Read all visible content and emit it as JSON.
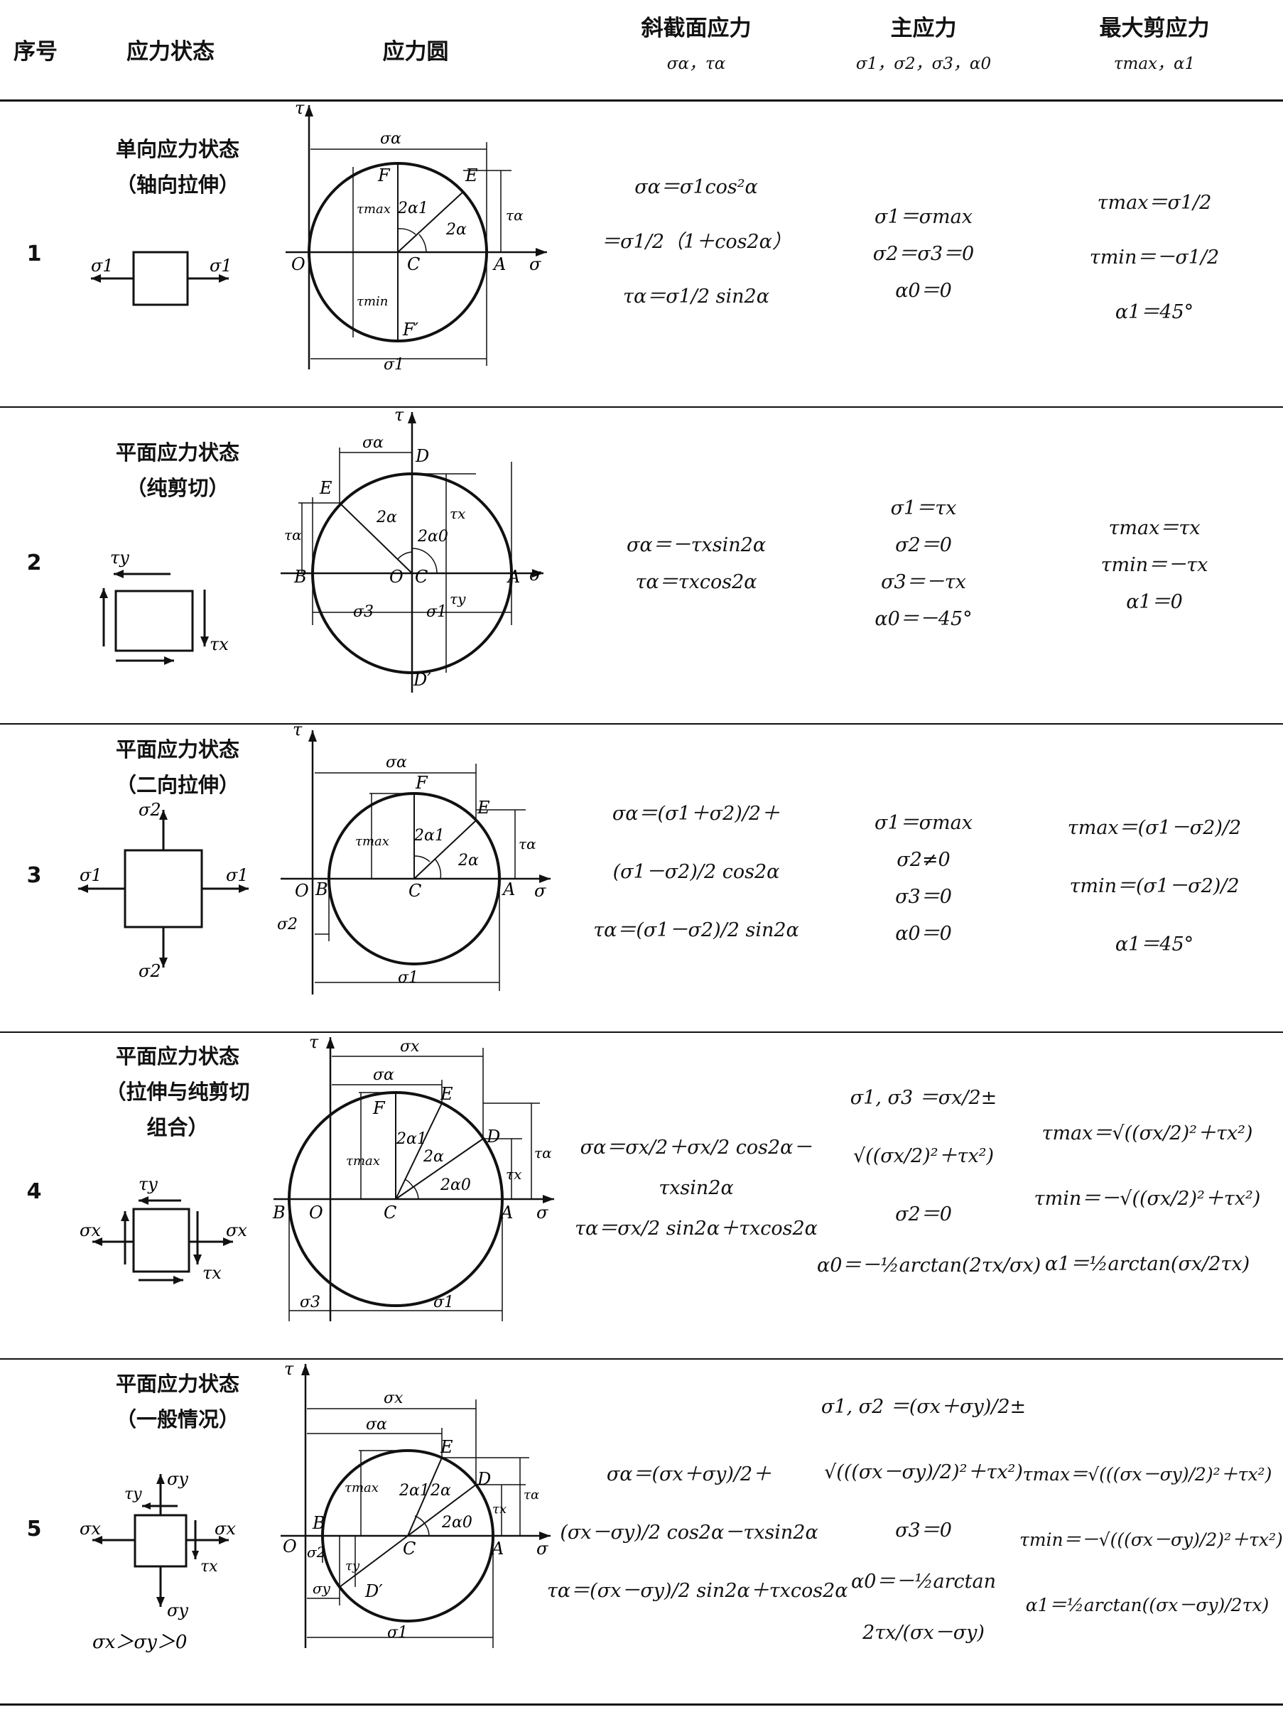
{
  "header": {
    "seq": "序号",
    "state": "应力状态",
    "circle": "应力圆",
    "oblique": "斜截面应力",
    "oblique_sub": "σα，τα",
    "principal": "主应力",
    "principal_sub": "σ1，σ2，σ3，α0",
    "maxshear": "最大剪应力",
    "maxshear_sub": "τmax，α1"
  },
  "rows": [
    {
      "index": "1",
      "state_lines": [
        "单向应力状态",
        "（轴向拉伸）"
      ],
      "element": {
        "left": "σ1",
        "right": "σ1"
      },
      "oblique": [
        "σα＝σ1cos²α",
        "＝σ1/2（1＋cos2α）",
        "τα＝σ1/2 sin2α"
      ],
      "principal": [
        "σ1＝σmax",
        "σ2＝σ3＝0",
        "α0＝0"
      ],
      "maxshear": [
        "τmax＝σ1/2",
        "τmin＝－σ1/2",
        "α1＝45°"
      ],
      "circle_labels": {
        "O": "O",
        "C": "C",
        "A": "A",
        "E": "E",
        "F": "F",
        "F2": "F′",
        "sigma": "σ",
        "tau": "τ",
        "sa": "σα",
        "s1": "σ1",
        "tmax": "τmax",
        "tmin": "τmin",
        "ta": "τα",
        "a2": "2α",
        "a2_1": "2α1"
      }
    },
    {
      "index": "2",
      "state_lines": [
        "平面应力状态",
        "（纯剪切）"
      ],
      "element": {
        "top": "τy",
        "right": "τx"
      },
      "oblique": [
        "σα＝－τxsin2α",
        "τα＝τxcos2α"
      ],
      "principal": [
        "σ1＝τx",
        "σ2＝0",
        "σ3＝－τx",
        "α0＝－45°"
      ],
      "maxshear": [
        "τmax＝τx",
        "τmin＝－τx",
        "α1＝0"
      ],
      "circle_labels": {
        "O": "O",
        "C": "C",
        "A": "A",
        "B": "B",
        "D": "D",
        "D2": "D′",
        "E": "E",
        "sigma": "σ",
        "tau": "τ",
        "sa": "σα",
        "s1": "σ1",
        "s3": "σ3",
        "tx": "τx",
        "ty": "τy",
        "ta": "τα",
        "a2": "2α",
        "a2_0": "2α0"
      }
    },
    {
      "index": "3",
      "state_lines": [
        "平面应力状态",
        "（二向拉伸）"
      ],
      "element": {
        "left": "σ1",
        "right": "σ1",
        "top": "σ2",
        "bottom": "σ2"
      },
      "oblique": [
        "σα＝(σ1＋σ2)/2＋",
        "(σ1－σ2)/2 cos2α",
        "τα＝(σ1－σ2)/2 sin2α"
      ],
      "principal": [
        "σ1＝σmax",
        "σ2≠0",
        "σ3＝0",
        "α0＝0"
      ],
      "maxshear": [
        "τmax＝(σ1－σ2)/2",
        "τmin＝(σ1－σ2)/2",
        "α1＝45°"
      ],
      "circle_labels": {
        "O": "O",
        "B": "B",
        "C": "C",
        "A": "A",
        "E": "E",
        "F": "F",
        "sigma": "σ",
        "tau": "τ",
        "sa": "σα",
        "s1": "σ1",
        "s2": "σ2",
        "tmax": "τmax",
        "ta": "τα",
        "a2": "2α",
        "a2_1": "2α1"
      }
    },
    {
      "index": "4",
      "state_lines": [
        "平面应力状态",
        "（拉伸与纯剪切",
        "组合）"
      ],
      "element": {
        "left": "σx",
        "right": "σx",
        "top": "τy",
        "right2": "τx"
      },
      "oblique": [
        "σα＝σx/2＋σx/2 cos2α－",
        "τxsin2α",
        "τα＝σx/2 sin2α＋τxcos2α"
      ],
      "principal": [
        "σ1, σ3 ＝σx/2±",
        "√((σx/2)²＋τx²)",
        "σ2＝0",
        "α0＝－½arctan(2τx/σx)"
      ],
      "maxshear": [
        "τmax＝√((σx/2)²＋τx²)",
        "τmin＝－√((σx/2)²＋τx²)",
        "α1＝½arctan(σx/2τx)"
      ],
      "circle_labels": {
        "O": "O",
        "B": "B",
        "C": "C",
        "A": "A",
        "D": "D",
        "E": "E",
        "F": "F",
        "sigma": "σ",
        "tau": "τ",
        "sx": "σx",
        "sa": "σα",
        "s1": "σ1",
        "s3": "σ3",
        "tmax": "τmax",
        "tx": "τx",
        "ta": "τα",
        "a2": "2α",
        "a2_1": "2α1",
        "a2_0": "2α0"
      }
    },
    {
      "index": "5",
      "state_lines": [
        "平面应力状态",
        "（一般情况）"
      ],
      "element": {
        "left": "σx",
        "right": "σx",
        "top": "σy",
        "bottom": "σy",
        "ty": "τy",
        "tx": "τx",
        "cond": "σx＞σy＞0"
      },
      "oblique": [
        "σα＝(σx＋σy)/2＋",
        "(σx－σy)/2 cos2α－τxsin2α",
        "τα＝(σx－σy)/2 sin2α＋τxcos2α"
      ],
      "principal": [
        "σ1, σ2 ＝(σx＋σy)/2±",
        "√(((σx－σy)/2)²＋τx²)",
        "σ3＝0",
        "α0＝－½arctan",
        "2τx/(σx－σy)"
      ],
      "maxshear": [
        "τmax＝√(((σx－σy)/2)²＋τx²)",
        "τmin＝－√(((σx－σy)/2)²＋τx²)",
        "α1＝½arctan((σx－σy)/2τx)"
      ],
      "circle_labels": {
        "O": "O",
        "B": "B",
        "C": "C",
        "A": "A",
        "D": "D",
        "D2": "D′",
        "E": "E",
        "sigma": "σ",
        "tau": "τ",
        "sx": "σx",
        "sa": "σα",
        "s1": "σ1",
        "s2": "σ2",
        "sy": "σy",
        "tmax": "τmax",
        "tx": "τx",
        "ty": "τy",
        "ta": "τα",
        "a2": "2α",
        "a2_1": "2α1",
        "a2_0": "2α0"
      }
    }
  ]
}
